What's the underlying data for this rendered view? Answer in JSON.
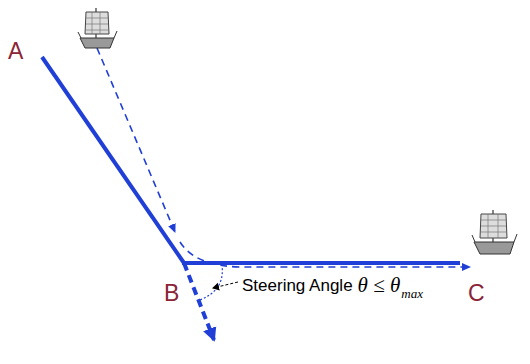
{
  "diagram": {
    "labels": [
      "A",
      "B",
      "C",
      "Steering Angle",
      "θ ≤ θ",
      "max"
    ]
  }
}
